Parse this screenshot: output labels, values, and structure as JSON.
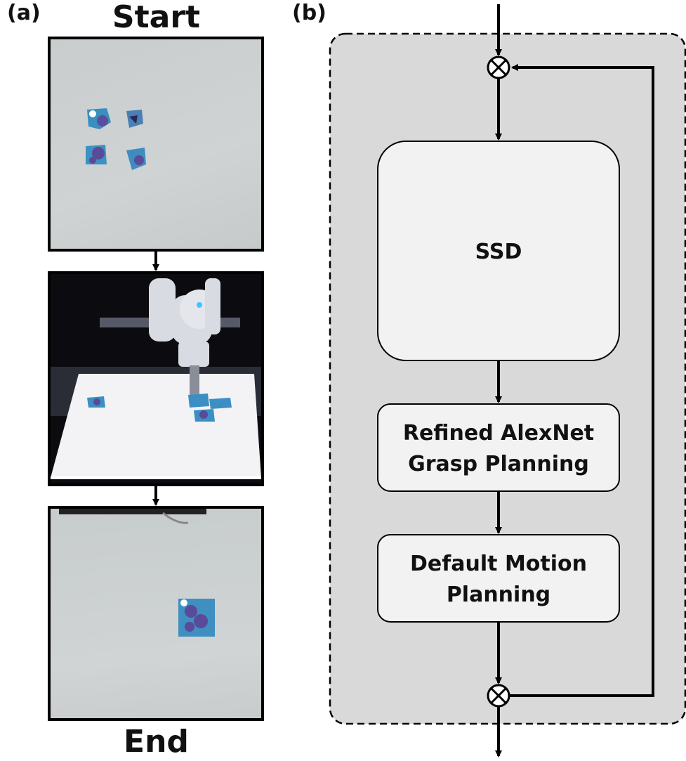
{
  "panel_a": {
    "label": "(a)",
    "start_label": "Start",
    "end_label": "End",
    "photos": [
      {
        "name": "start-photo",
        "description_icon": "tabletop-objects-icon"
      },
      {
        "name": "robot-arm-photo",
        "description_icon": "robot-arm-icon"
      },
      {
        "name": "end-photo",
        "description_icon": "placed-object-icon"
      }
    ]
  },
  "panel_b": {
    "label": "(b)",
    "boxes": {
      "ssd": "SSD",
      "grasp_line1": "Refined AlexNet",
      "grasp_line2": "Grasp Planning",
      "motion_line1": "Default Motion",
      "motion_line2": "Planning"
    },
    "junction_symbol": "⊗"
  },
  "colors": {
    "container_fill": "#d9d9d9",
    "box_fill": "#f2f2f2",
    "stroke": "#000000",
    "photo_wall": "#c8cccd",
    "robot_bg": "#0d0d12",
    "table": "#f4f4f6",
    "object_blue": "#3b8fc4",
    "object_purple": "#5a4a9a"
  }
}
